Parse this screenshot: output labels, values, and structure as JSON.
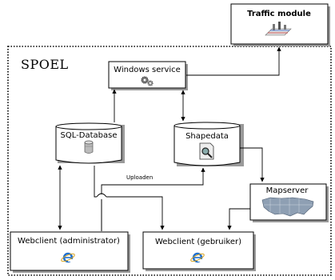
{
  "title": "SPOEL",
  "nodes": {
    "traffic": {
      "label": "Traffic module",
      "icon": "traffic-model-icon"
    },
    "windows_service": {
      "label": "Windows service",
      "icon": "gears-icon"
    },
    "sql_db": {
      "label": "SQL-Database",
      "icon": "database-icon"
    },
    "shapedata": {
      "label": "Shapedata",
      "icon": "shapefile-search-icon"
    },
    "mapserver": {
      "label": "Mapserver",
      "icon": "us-map-icon"
    },
    "webclient_admin": {
      "label": "Webclient (administrator)",
      "icon": "internet-explorer-icon"
    },
    "webclient_user": {
      "label": "Webclient (gebruiker)",
      "icon": "internet-explorer-icon"
    }
  },
  "edges": {
    "upload_label": "Uploaden"
  },
  "colors": {
    "line": "#000000",
    "node_fill": "#ffffff",
    "shadow": "#9a9a9a",
    "ie_blue": "#1e6fd0"
  }
}
